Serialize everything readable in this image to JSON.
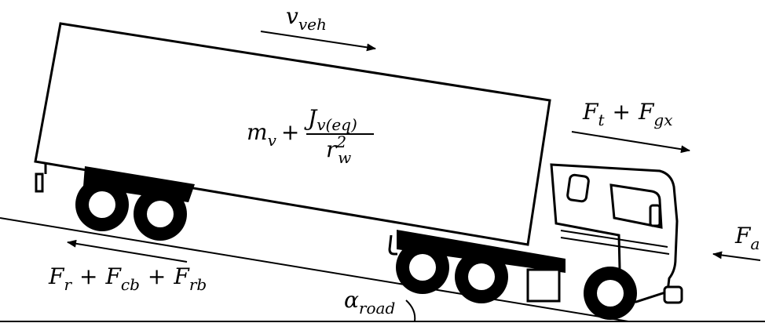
{
  "labels": {
    "velocity": {
      "main": "v",
      "sub": "veh"
    },
    "mass": {
      "m": "m",
      "m_sub": "v",
      "plus": "+",
      "J": "J",
      "J_sub": "v(eq)",
      "r": "r",
      "r_sup": "2",
      "r_sub": "w"
    },
    "traction": {
      "F1": "F",
      "F1_sub": "t",
      "plus": "+",
      "F2": "F",
      "F2_sub": "gx"
    },
    "aero": {
      "F": "F",
      "sub": "a"
    },
    "resist": {
      "F1": "F",
      "F1_sub": "r",
      "plus1": "+",
      "F2": "F",
      "F2_sub": "cb",
      "plus2": "+",
      "F3": "F",
      "F3_sub": "rb"
    },
    "angle": {
      "alpha": "α",
      "sub": "road"
    }
  },
  "colors": {
    "stroke": "#000000",
    "fill_dark": "#000000",
    "background": "#ffffff"
  }
}
